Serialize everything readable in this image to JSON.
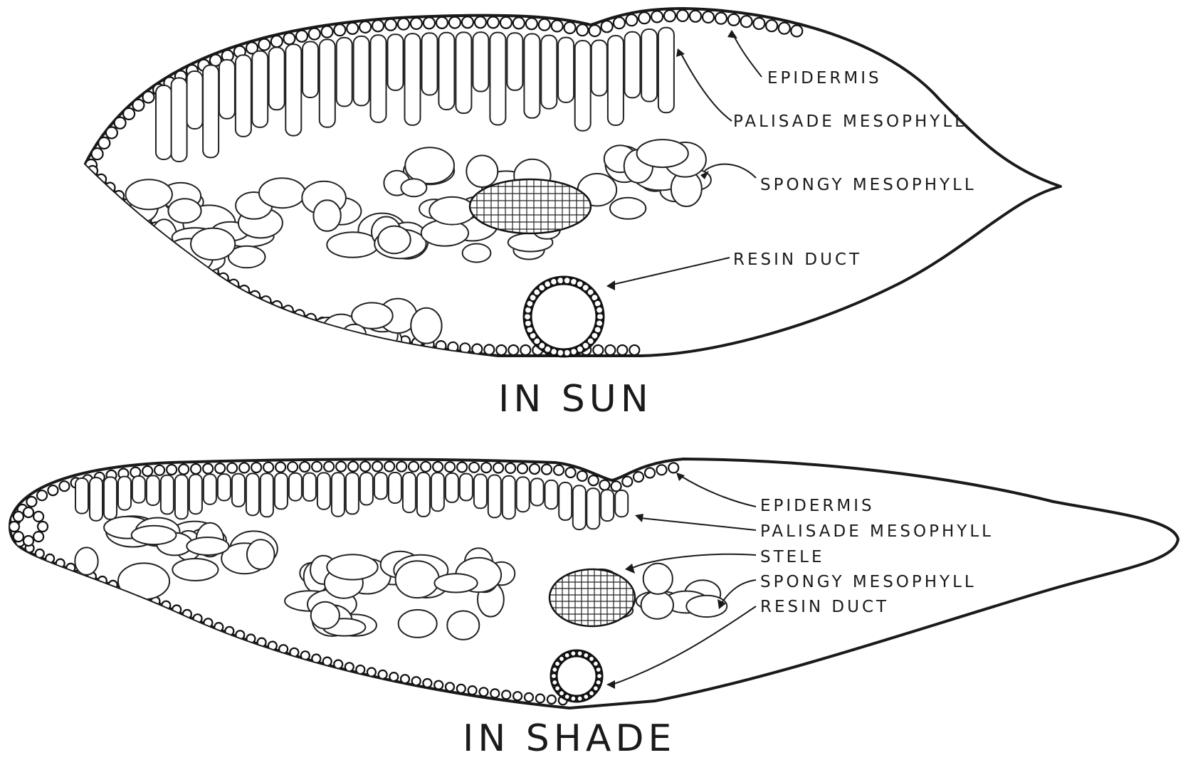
{
  "panels": {
    "sun": {
      "caption": "IN SUN",
      "labels": {
        "epidermis": "EPIDERMIS",
        "palisade": "PALISADE MESOPHYLL",
        "spongy": "SPONGY MESOPHYLL",
        "resin_duct": "RESIN DUCT"
      }
    },
    "shade": {
      "caption": "IN SHADE",
      "labels": {
        "epidermis": "EPIDERMIS",
        "palisade": "PALISADE MESOPHYLL",
        "stele": "STELE",
        "spongy": "SPONGY MESOPHYLL",
        "resin_duct": "RESIN DUCT"
      }
    }
  }
}
